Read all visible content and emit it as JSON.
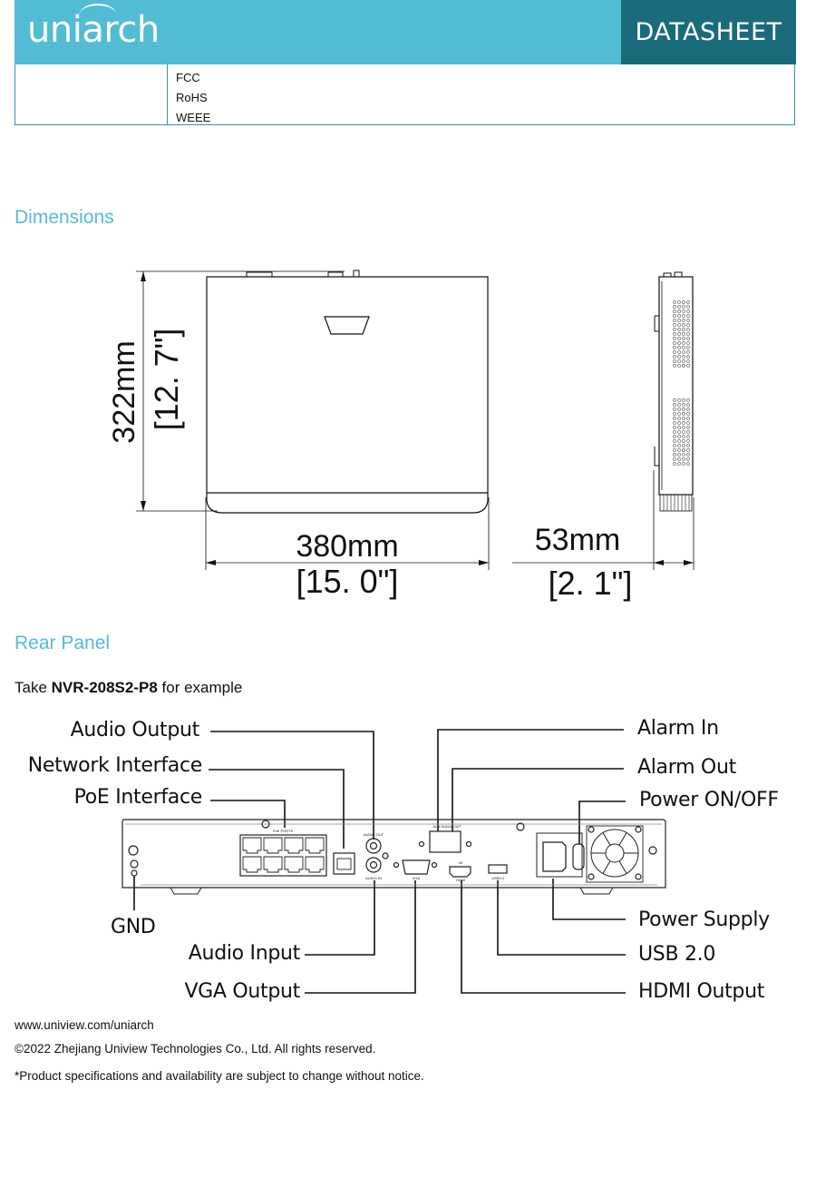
{
  "header": {
    "logo": "uniarch",
    "badge": "DATASHEET",
    "colors": {
      "brand": "#53bcd5",
      "badge": "#196b7b",
      "border": "#3f8fa2"
    }
  },
  "certifications": [
    "FCC",
    "RoHS",
    "WEEE"
  ],
  "dimensions": {
    "title": "Dimensions",
    "height_mm": "322mm",
    "height_in": "[12. 7\"]",
    "width_mm": "380mm",
    "width_in": "[15. 0\"]",
    "depth_mm": "53mm",
    "depth_in": "[2. 1\"]"
  },
  "rear_panel": {
    "title": "Rear Panel",
    "intro_prefix": "Take ",
    "model": "NVR-208S2-P8",
    "intro_suffix": " for example",
    "labels": {
      "audio_output": "Audio Output",
      "network_interface": "Network Interface",
      "poe_interface": "PoE Interface",
      "alarm_in": "Alarm In",
      "alarm_out": "Alarm Out",
      "power_onoff": "Power ON/OFF",
      "gnd": "GND",
      "audio_input": "Audio Input",
      "vga_output": "VGA Output",
      "power_supply": "Power Supply",
      "usb": "USB 2.0",
      "hdmi_output": "HDMI Output"
    },
    "panel_text": {
      "poe_ports": "PoE PORTS",
      "audio_out": "AUDIO OUT",
      "audio_in": "AUDIO IN",
      "vga": "VGA",
      "hdmi": "HDMI",
      "usb": "USB2.0",
      "k4": "4K",
      "alarm_in": "ALM IN",
      "alarm_out": "ALM OUT"
    }
  },
  "footer": {
    "url": "www.uniview.com/uniarch",
    "copyright": "©2022 Zhejiang Uniview Technologies Co., Ltd. All rights reserved.",
    "disclaimer": "*Product specifications and availability are subject to change without notice."
  }
}
